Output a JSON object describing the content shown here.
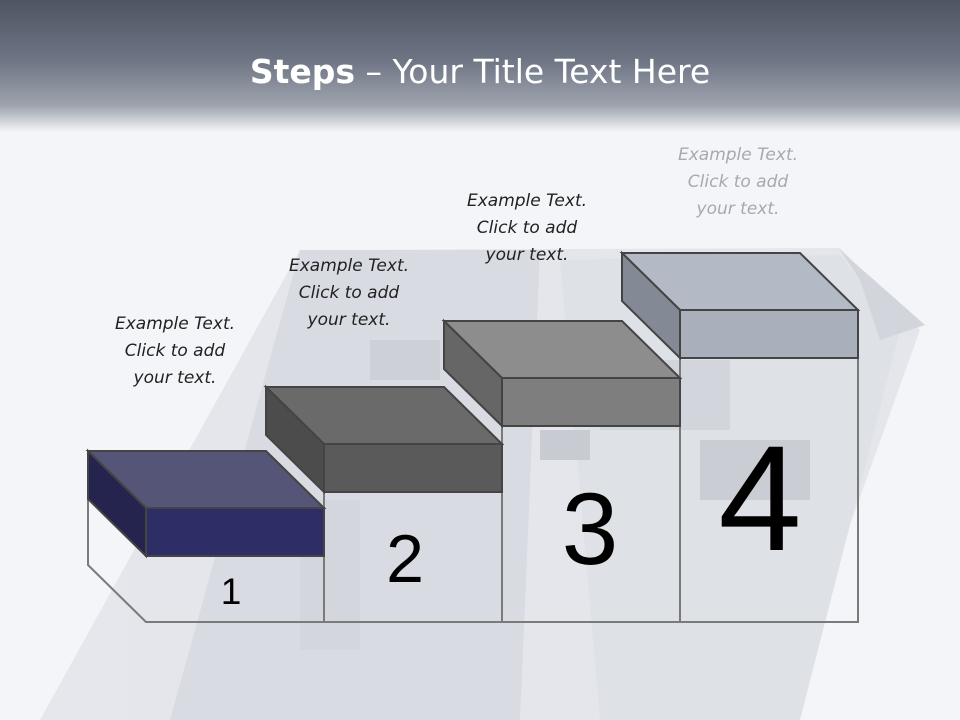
{
  "title": {
    "bold": "Steps",
    "rest": " – Your Title Text Here"
  },
  "steps": [
    {
      "number": "1",
      "caption": "Example Text.\nClick  to add\nyour text.",
      "color": "#2e2e66"
    },
    {
      "number": "2",
      "caption": "Example Text.\nClick  to add\nyour text.",
      "color": "#5a5a5a"
    },
    {
      "number": "3",
      "caption": "Example Text.\nClick  to add\nyour text.",
      "color": "#7e7e7e"
    },
    {
      "number": "4",
      "caption": "Example Text.\nClick  to add\nyour text.",
      "color": "#a9b0bc"
    }
  ]
}
